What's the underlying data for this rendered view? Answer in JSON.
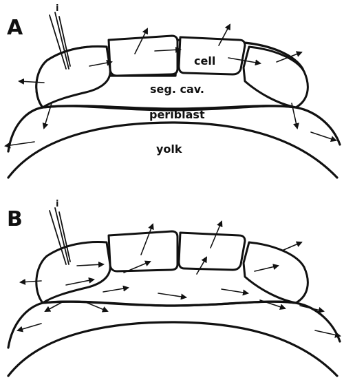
{
  "panels": [
    {
      "letter": "A",
      "injection_label": "i",
      "labels": {
        "cell": "cell",
        "segmentation_cavity": "seg. cav.",
        "periblast": "periblast",
        "yolk": "yolk"
      }
    },
    {
      "letter": "B",
      "injection_label": "i",
      "labels": {}
    }
  ]
}
